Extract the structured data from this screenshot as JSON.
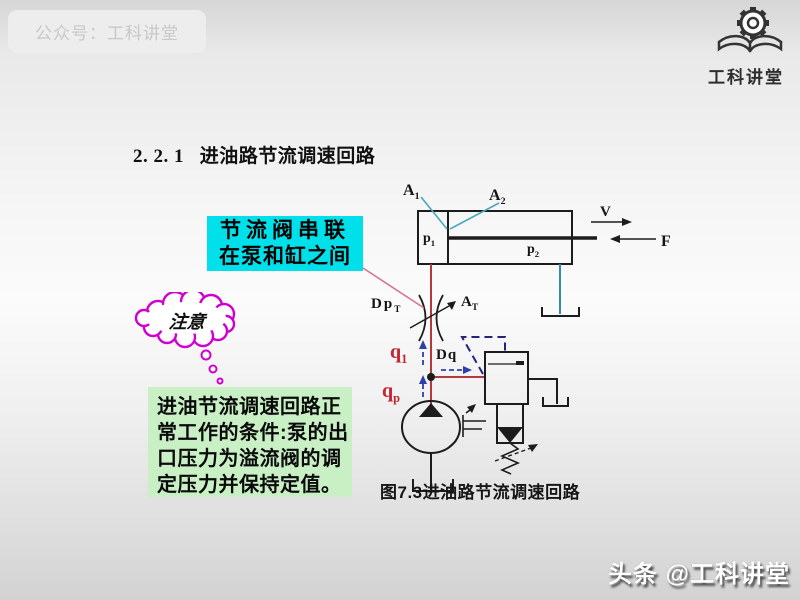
{
  "slide": {
    "badge": "公众号：工科讲堂",
    "watermark": "头条 @工科讲堂",
    "logo_label": "工科讲堂",
    "title": "2. 2. 1   进油路节流调速回路"
  },
  "callouts": {
    "cyan_note": {
      "line1": "节流阀串联",
      "line2": "在泵和缸之间"
    },
    "cloud_note": "注意",
    "green_note_lines": [
      "进油节流调速回路正",
      "常工作的条件:泵的出",
      "口压力为溢流阀的调",
      "定压力并保持定值。"
    ]
  },
  "diagram": {
    "caption": "图7.3进油路节流调速回路",
    "labels": {
      "A1": {
        "base": "A",
        "sub": "1"
      },
      "A2": {
        "base": "A",
        "sub": "2"
      },
      "p1": {
        "base": "p",
        "sub": "1"
      },
      "p2": {
        "base": "p",
        "sub": "2"
      },
      "v": "V",
      "f": "F",
      "dpT": {
        "base": "Dp",
        "sub": "T"
      },
      "AT": {
        "base": "A",
        "sub": "T"
      },
      "q1": {
        "base": "q",
        "sub": "1"
      },
      "dq": "Dq",
      "qp": {
        "base": "q",
        "sub": "p"
      }
    }
  },
  "theme": {
    "cyan-bg": "#00e0ea",
    "green-bg": "#c9efc5",
    "cloud-stroke": "#cf00cf",
    "line-red": "#b23a3a",
    "line-teal": "#2f8ea0",
    "leader-teal": "#4aa8b8",
    "leader-pink": "#d4748f",
    "dash-navy": "#24247e",
    "arrow-blue": "#2f3fa8",
    "label-red": "#c42430",
    "ink": "#1c1c1c"
  }
}
